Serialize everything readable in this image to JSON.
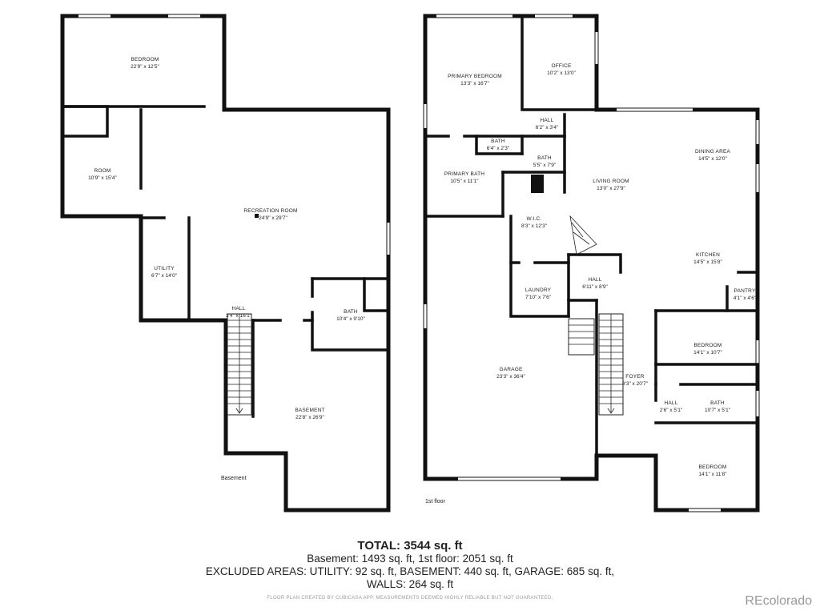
{
  "floors": [
    {
      "label": "Basement",
      "rooms": [
        {
          "key": "bedroom",
          "name": "BEDROOM",
          "dims": "22'9\" x 12'5\""
        },
        {
          "key": "room",
          "name": "ROOM",
          "dims": "10'9\" x 15'4\""
        },
        {
          "key": "recreation",
          "name": "RECREATION ROOM",
          "dims": "24'9\" x 29'7\""
        },
        {
          "key": "utility",
          "name": "UTILITY",
          "dims": "6'7\" x 14'0\""
        },
        {
          "key": "hall",
          "name": "HALL",
          "dims": "3'4\" x 16'1\""
        },
        {
          "key": "bath",
          "name": "BATH",
          "dims": "10'4\" x 9'10\""
        },
        {
          "key": "basement",
          "name": "BASEMENT",
          "dims": "22'8\" x 26'9\""
        }
      ]
    },
    {
      "label": "1st floor",
      "rooms": [
        {
          "key": "primary-bedroom",
          "name": "PRIMARY BEDROOM",
          "dims": "13'3\" x 16'7\""
        },
        {
          "key": "office",
          "name": "OFFICE",
          "dims": "10'2\" x 13'0\""
        },
        {
          "key": "hall-top",
          "name": "HALL",
          "dims": "6'2\" x 3'4\""
        },
        {
          "key": "bath-small",
          "name": "BATH",
          "dims": "6'4\" x 2'3\""
        },
        {
          "key": "bath-mid",
          "name": "BATH",
          "dims": "5'5\" x 7'9\""
        },
        {
          "key": "primary-bath",
          "name": "PRIMARY BATH",
          "dims": "10'5\" x 11'1\""
        },
        {
          "key": "dining",
          "name": "DINING AREA",
          "dims": "14'5\" x 12'0\""
        },
        {
          "key": "living",
          "name": "LIVING ROOM",
          "dims": "13'0\" x 27'9\""
        },
        {
          "key": "wic",
          "name": "W.I.C.",
          "dims": "8'3\" x 12'3\""
        },
        {
          "key": "kitchen",
          "name": "KITCHEN",
          "dims": "14'5\" x 15'8\""
        },
        {
          "key": "laundry",
          "name": "LAUNDRY",
          "dims": "7'10\" x 7'6\""
        },
        {
          "key": "hall-mid",
          "name": "HALL",
          "dims": "6'11\" x 8'9\""
        },
        {
          "key": "pantry",
          "name": "PANTRY",
          "dims": "4'1\" x 4'6\""
        },
        {
          "key": "bedroom-a",
          "name": "BEDROOM",
          "dims": "14'1\" x 10'7\""
        },
        {
          "key": "garage",
          "name": "GARAGE",
          "dims": "23'3\" x 36'4\""
        },
        {
          "key": "foyer",
          "name": "FOYER",
          "dims": "8'3\" x 20'7\""
        },
        {
          "key": "hall-small",
          "name": "HALL",
          "dims": "2'6\" x 5'1\""
        },
        {
          "key": "bath-b",
          "name": "BATH",
          "dims": "10'7\" x 5'1\""
        },
        {
          "key": "bedroom-b",
          "name": "BEDROOM",
          "dims": "14'1\" x 11'8\""
        }
      ]
    }
  ],
  "summary": {
    "total": "TOTAL: 3544 sq. ft",
    "line2": "Basement: 1493 sq. ft, 1st floor: 2051 sq. ft",
    "line3": "EXCLUDED AREAS: UTILITY: 92 sq. ft, BASEMENT: 440 sq. ft, GARAGE: 685 sq. ft,",
    "line4": "WALLS: 264 sq. ft",
    "footnote": "FLOOR PLAN CREATED BY CUBICASA APP. MEASUREMENTS DEEMED HIGHLY RELIABLE BUT NOT GUARANTEED."
  },
  "watermark": "REcolorado"
}
